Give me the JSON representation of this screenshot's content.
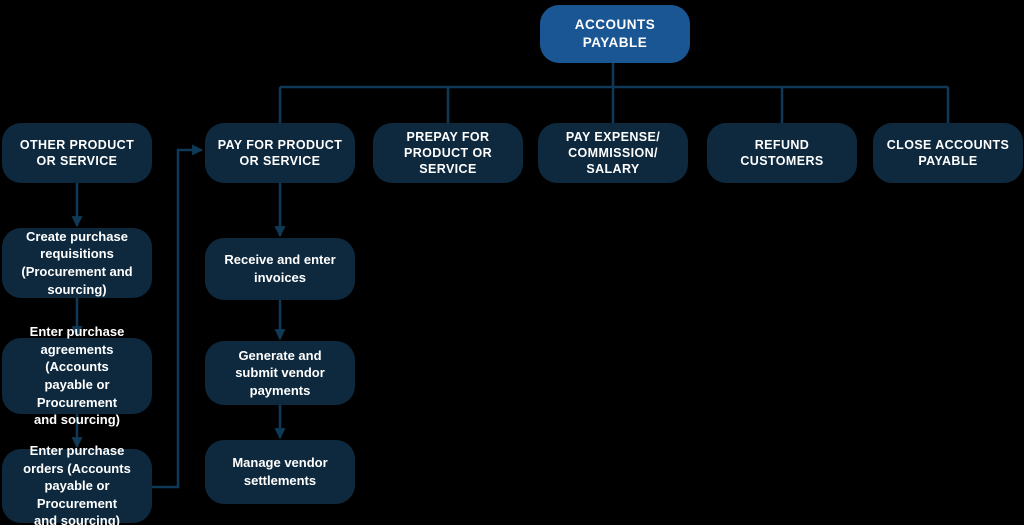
{
  "diagram": {
    "colors": {
      "background": "#000000",
      "root_fill": "#1a5694",
      "node_fill": "#0e293e",
      "line": "#0e3a57",
      "text": "#ffffff"
    },
    "root": {
      "label": "ACCOUNTS\nPAYABLE"
    },
    "headers": [
      {
        "label": "OTHER PRODUCT\nOR SERVICE"
      },
      {
        "label": "PAY FOR PRODUCT\nOR SERVICE"
      },
      {
        "label": "PREPAY FOR\nPRODUCT OR\nSERVICE"
      },
      {
        "label": "PAY EXPENSE/\nCOMMISSION/\nSALARY"
      },
      {
        "label": "REFUND\nCUSTOMERS"
      },
      {
        "label": "CLOSE ACCOUNTS\nPAYABLE"
      }
    ],
    "other_product_steps": [
      {
        "label": "Create purchase\nrequisitions\n(Procurement and\nsourcing)"
      },
      {
        "label": "Enter purchase\nagreements (Accounts\npayable or Procurement\nand sourcing)"
      },
      {
        "label": "Enter purchase\norders (Accounts\npayable or Procurement\nand sourcing)"
      }
    ],
    "pay_product_steps": [
      {
        "label": "Receive and enter\ninvoices"
      },
      {
        "label": "Generate and\nsubmit vendor\npayments"
      },
      {
        "label": "Manage vendor\nsettlements"
      }
    ]
  }
}
